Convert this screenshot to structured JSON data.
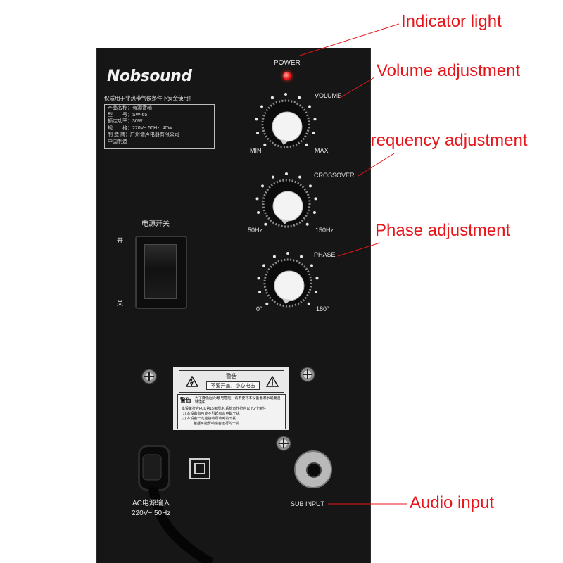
{
  "callouts": {
    "indicator_light": "Indicator light",
    "volume_adjustment": "Volume adjustment",
    "frequency_adjustment": "Frequency adjustment",
    "phase_adjustment": "Phase adjustment",
    "audio_input": "Audio input"
  },
  "panel": {
    "brand": "Nobsound",
    "power_label": "POWER",
    "volume_label": "VOLUME",
    "volume_min": "MIN",
    "volume_max": "MAX",
    "crossover_label": "CROSSOVER",
    "crossover_min": "50Hz",
    "crossover_max": "150Hz",
    "phase_label": "PHASE",
    "phase_min": "0°",
    "phase_max": "180°",
    "safety_note": "仅适用于非热带气候条件下安全使用！",
    "spec_rows": [
      "产品名称：有源音箱",
      "型　　号：SW-65",
      "额定功率：30W",
      "规　　格：220V~ 50Hz, 40W",
      "制 造 商：广州谐声电器有限公司",
      "中国制造"
    ],
    "switch_title": "电源开关",
    "switch_on": "开",
    "switch_off": "关",
    "warning_title": "警告",
    "warning_line1": "不要开盖，小心电击",
    "warning_title2": "警告",
    "warning_sub": "为了降低起火/触电危险，请不要将本设备置淋水或潮湿环境中",
    "warning_rows": [
      "本设备符合FCC第15条规定,系统运作符合以下2个条件",
      "(1) 本设备有可能不引起有害电磁干扰",
      "(2) 本设备一定能接收所收到的干扰",
      "包括可能影响设备运行的干扰"
    ],
    "ac_input_line1": "AC电源输入",
    "ac_input_line2": "220V~ 50Hz",
    "sub_input_label": "SUB INPUT"
  },
  "colors": {
    "callout": "#e8151b",
    "panel": "#161616",
    "panel_text": "#e6e6e6"
  }
}
